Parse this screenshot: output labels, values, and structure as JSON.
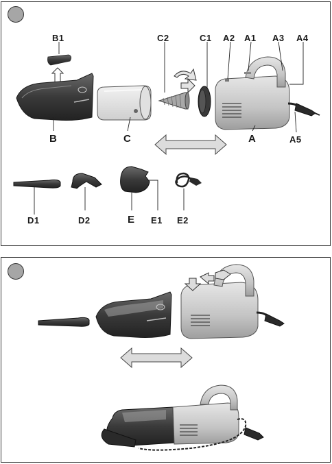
{
  "panel1": {
    "labels": {
      "B1": "B1",
      "C2": "C2",
      "C1": "C1",
      "A2": "A2",
      "A1": "A1",
      "A3": "A3",
      "A4": "A4",
      "B": "B",
      "C": "C",
      "A": "A",
      "A5": "A5",
      "D1": "D1",
      "D2": "D2",
      "E": "E",
      "E1": "E1",
      "E2": "E2"
    }
  },
  "colors": {
    "dark_body": "#3c3c3c",
    "silver_body": "#c9c9c9",
    "badge": "#a6a6a6",
    "arrow_fill": "#d9d9d9"
  }
}
